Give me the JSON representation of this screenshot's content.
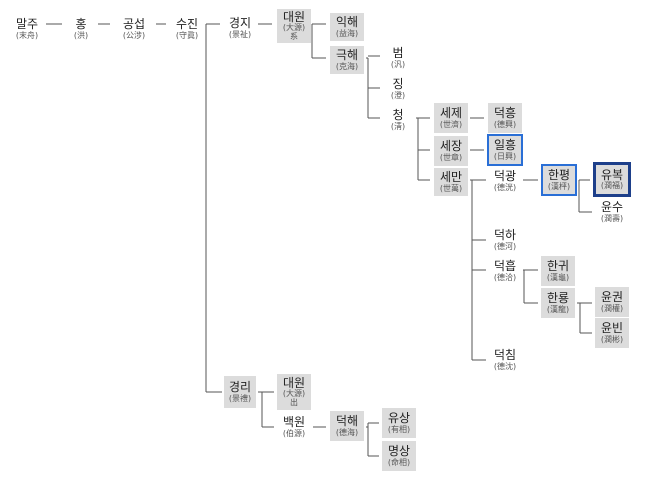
{
  "colors": {
    "line": "#555555",
    "node_fill": "#dcdcdc",
    "outline_blue": "#2a6fd6",
    "outline_dark": "#1d3f8a"
  },
  "tree": {
    "malju": {
      "name": "말주",
      "hanja": "(末舟)"
    },
    "hong": {
      "name": "홍",
      "hanja": "(洪)"
    },
    "gongseop": {
      "name": "공섭",
      "hanja": "(公涉)"
    },
    "sujin": {
      "name": "수진",
      "hanja": "(守眞)"
    },
    "gyeongji": {
      "name": "경지",
      "hanja": "(景祉)"
    },
    "daewon1": {
      "name": "대원",
      "hanja": "(大源)",
      "note": "系"
    },
    "ikhae": {
      "name": "익해",
      "hanja": "(益海)"
    },
    "geukhae": {
      "name": "극해",
      "hanja": "(克海)"
    },
    "beom": {
      "name": "범",
      "hanja": "(汎)"
    },
    "jing": {
      "name": "징",
      "hanja": "(澄)"
    },
    "cheong": {
      "name": "청",
      "hanja": "(淸)"
    },
    "seje": {
      "name": "세제",
      "hanja": "(世濟)"
    },
    "seojang": {
      "name": "세장",
      "hanja": "(世章)"
    },
    "seman": {
      "name": "세만",
      "hanja": "(世萬)"
    },
    "deokheung1": {
      "name": "덕흥",
      "hanja": "(德興)"
    },
    "ilheung": {
      "name": "일흥",
      "hanja": "(日興)"
    },
    "deokgwang": {
      "name": "덕광",
      "hanja": "(德洸)"
    },
    "hanpyeong": {
      "name": "한평",
      "hanja": "(漢枰)"
    },
    "yunbok": {
      "name": "유복",
      "hanja": "(潤福)"
    },
    "yunsu": {
      "name": "윤수",
      "hanja": "(潤壽)"
    },
    "deokha": {
      "name": "덕하",
      "hanja": "(德河)"
    },
    "deokheung2": {
      "name": "덕흡",
      "hanja": "(德洽)"
    },
    "hangwi": {
      "name": "한귀",
      "hanja": "(漢龜)"
    },
    "hanryong": {
      "name": "한룡",
      "hanja": "(漢龍)"
    },
    "yungwon": {
      "name": "윤권",
      "hanja": "(潤權)"
    },
    "yunbin": {
      "name": "윤빈",
      "hanja": "(潤彬)"
    },
    "deokchim": {
      "name": "덕침",
      "hanja": "(德沈)"
    },
    "gyeongri": {
      "name": "경리",
      "hanja": "(景禮)"
    },
    "daewon2": {
      "name": "대원",
      "hanja": "(大源)",
      "note": "出"
    },
    "baegwon": {
      "name": "백원",
      "hanja": "(伯源)"
    },
    "deokhae": {
      "name": "덕해",
      "hanja": "(德海)"
    },
    "yusang": {
      "name": "유상",
      "hanja": "(有相)"
    },
    "myeongsang": {
      "name": "명상",
      "hanja": "(命相)"
    }
  }
}
